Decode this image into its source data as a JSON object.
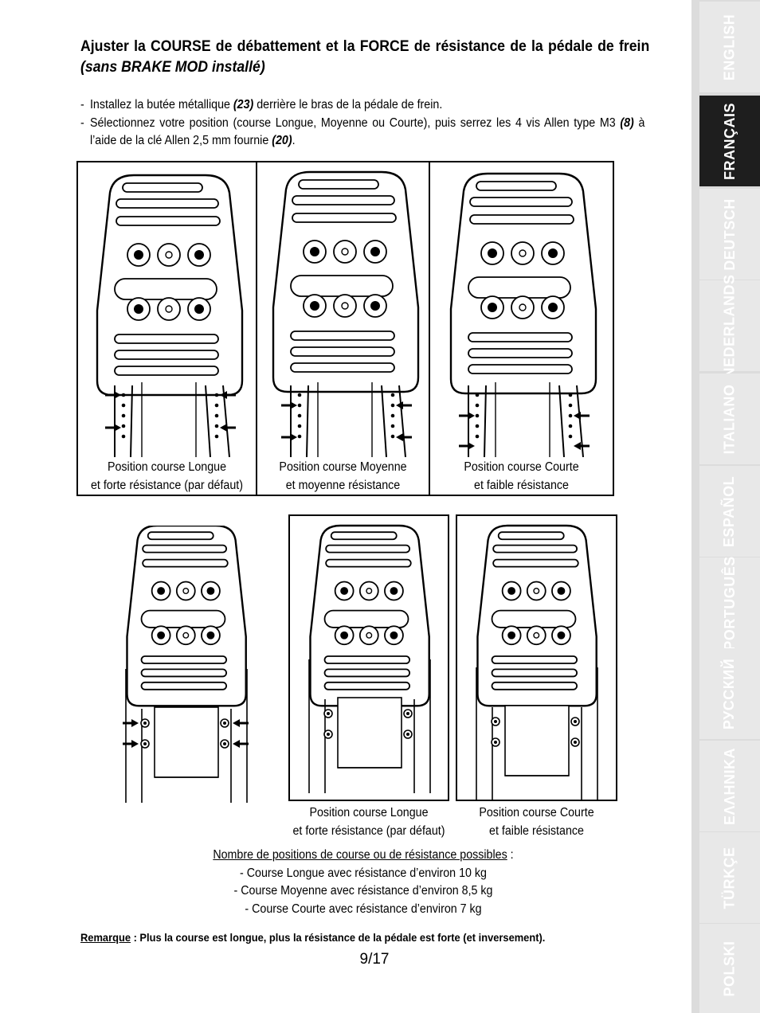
{
  "header": {
    "title_main": "Ajuster la COURSE de débattement et la FORCE de résistance de la pédale de frein ",
    "title_italic": "(sans BRAKE MOD installé)"
  },
  "instructions": [
    {
      "dash": "-",
      "t1": "Installez la butée métallique ",
      "b1": "(23)",
      "t2": " derrière le bras de la pédale de frein.",
      "b2": "",
      "t3": "",
      "b3": "",
      "t4": ""
    },
    {
      "dash": "-",
      "t1": "Sélectionnez votre position (course Longue, Moyenne ou Courte), puis serrez les 4 vis Allen type M3 ",
      "b1": "(8)",
      "t2": " à l’aide de la clé Allen 2,5 mm fournie ",
      "b2": "(20)",
      "t3": ".",
      "b3": "",
      "t4": ""
    }
  ],
  "top_panels": [
    {
      "line1": "Position course Longue",
      "line2": "et forte résistance (par défaut)"
    },
    {
      "line1": "Position course Moyenne",
      "line2": "et moyenne résistance"
    },
    {
      "line1": "Position course Courte",
      "line2": "et faible résistance"
    }
  ],
  "bottom_panels": [
    {
      "line1": "Position course Longue",
      "line2": "et forte résistance (par défaut)"
    },
    {
      "line1": "Position course Courte",
      "line2": "et faible résistance"
    }
  ],
  "positions": {
    "heading": "Nombre de positions de course ou de résistance possibles",
    "heading_suffix": " :",
    "items": [
      "- Course Longue avec résistance d’environ 10 kg",
      "- Course Moyenne avec résistance d’environ 8,5 kg",
      "- Course Courte avec résistance d’environ 7 kg"
    ]
  },
  "remark": {
    "label": "Remarque",
    "text": " : Plus la course est longue, plus la résistance de la pédale est forte (et inversement)."
  },
  "page_number": "9/17",
  "language_tabs": [
    {
      "label": "ENGLISH",
      "active": false
    },
    {
      "label": "FRANÇAIS",
      "active": true
    },
    {
      "label": "DEUTSCH",
      "active": false
    },
    {
      "label": "NEDERLANDS",
      "active": false
    },
    {
      "label": "ITALIANO",
      "active": false
    },
    {
      "label": "ESPAÑOL",
      "active": false
    },
    {
      "label": "PORTUGUÊS",
      "active": false
    },
    {
      "label": "РУССКИЙ",
      "active": false
    },
    {
      "label": "ΕΛΛΗΝΙΚΑ",
      "active": false
    },
    {
      "label": "TÜRKÇE",
      "active": false
    },
    {
      "label": "POLSKI",
      "active": false
    }
  ]
}
